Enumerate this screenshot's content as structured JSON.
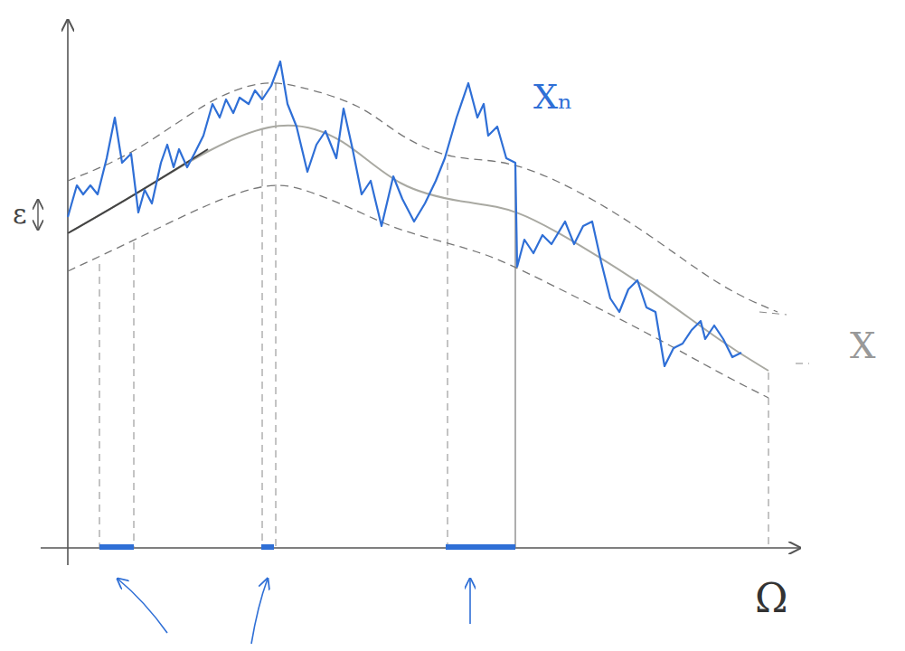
{
  "diagram": {
    "labels": [
      "ε",
      "Xₙ",
      "X",
      "Ω"
    ]
  }
}
